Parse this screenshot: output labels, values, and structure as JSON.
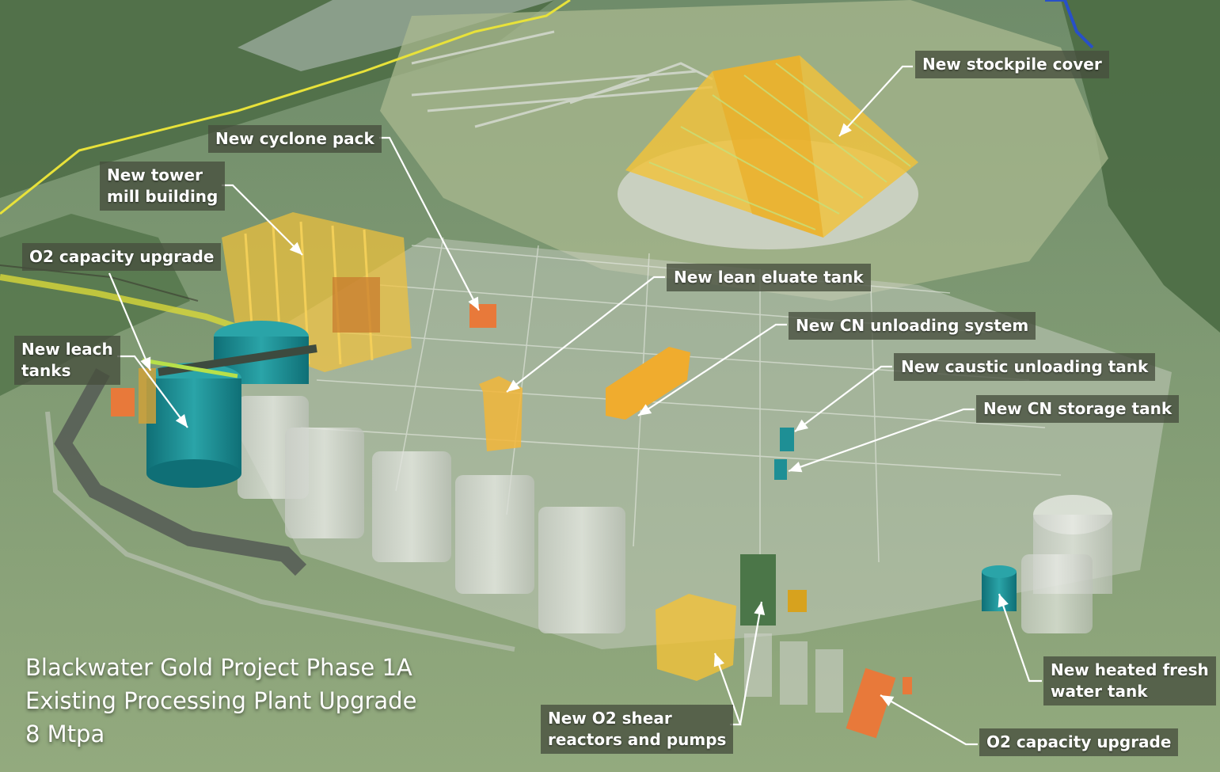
{
  "title_lines": [
    "Blackwater Gold Project Phase 1A",
    "Existing Processing Plant Upgrade",
    "8 Mtpa"
  ],
  "colors": {
    "new_structure_yellow": "#f2c23a",
    "new_tank_teal": "#1e8f95",
    "new_equipment_orange": "#e8793a",
    "existing_plant_grey": "#d6d9d2",
    "ground_green": "#8fa67a",
    "forest_green": "#4f6e47",
    "boundary_yellow": "#e8e23a"
  },
  "callouts": [
    {
      "id": "stockpile-cover",
      "lines": [
        "New stockpile cover"
      ]
    },
    {
      "id": "cyclone-pack",
      "lines": [
        "New cyclone pack"
      ]
    },
    {
      "id": "tower-mill-building",
      "lines": [
        "New tower",
        "mill building"
      ]
    },
    {
      "id": "o2-capacity-upgrade-left",
      "lines": [
        "O2 capacity upgrade"
      ]
    },
    {
      "id": "leach-tanks",
      "lines": [
        "New leach",
        "tanks"
      ]
    },
    {
      "id": "lean-eluate-tank",
      "lines": [
        "New lean eluate tank"
      ]
    },
    {
      "id": "cn-unloading-system",
      "lines": [
        "New CN unloading system"
      ]
    },
    {
      "id": "caustic-unloading-tank",
      "lines": [
        "New caustic unloading tank"
      ]
    },
    {
      "id": "cn-storage-tank",
      "lines": [
        "New CN storage tank"
      ]
    },
    {
      "id": "heated-fresh-water-tank",
      "lines": [
        "New heated fresh",
        "water tank"
      ]
    },
    {
      "id": "o2-capacity-upgrade-right",
      "lines": [
        "O2 capacity upgrade"
      ]
    },
    {
      "id": "o2-shear-reactors",
      "lines": [
        "New O2 shear",
        "reactors and pumps"
      ]
    }
  ]
}
